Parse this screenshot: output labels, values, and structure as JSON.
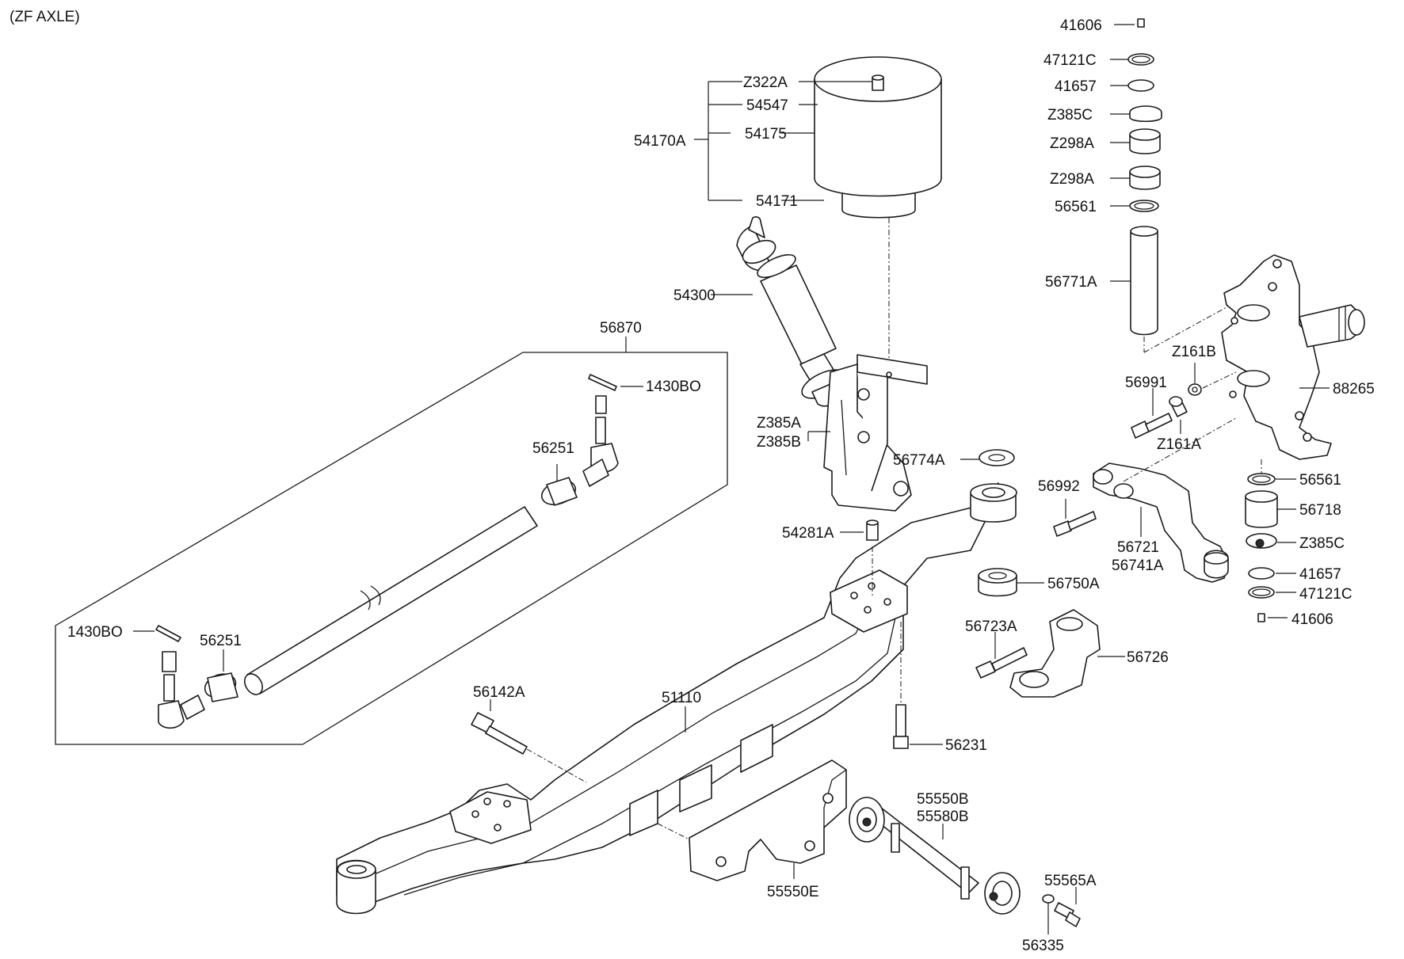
{
  "header": {
    "title": "(ZF AXLE)"
  },
  "labels": {
    "z322a": "Z322A",
    "p54547": "54547",
    "p54170a": "54170A",
    "p54175": "54175",
    "p54171": "54171",
    "p54300": "54300",
    "p56870": "56870",
    "p1430bo_top": "1430BO",
    "p56251_top": "56251",
    "p1430bo_left": "1430BO",
    "p56251_left": "56251",
    "z385a": "Z385A",
    "z385b": "Z385B",
    "p56774a": "56774A",
    "p54281a": "54281A",
    "p56750a": "56750A",
    "p56723a": "56723A",
    "p56726": "56726",
    "p56142a": "56142A",
    "p51110": "51110",
    "p56231": "56231",
    "p55550b": "55550B",
    "p55580b": "55580B",
    "p55550e": "55550E",
    "p55565a": "55565A",
    "p56335": "56335",
    "p41606_top": "41606",
    "p47121c_top": "47121C",
    "p41657_top": "41657",
    "z385c_top": "Z385C",
    "z298a_1": "Z298A",
    "z298a_2": "Z298A",
    "p56561_top": "56561",
    "p56771a": "56771A",
    "z161b": "Z161B",
    "p56991": "56991",
    "z161a": "Z161A",
    "p88265": "88265",
    "p56992": "56992",
    "p56721": "56721",
    "p56741a": "56741A",
    "p56561_bot": "56561",
    "p56718": "56718",
    "z385c_bot": "Z385C",
    "p41657_bot": "41657",
    "p47121c_bot": "47121C",
    "p41606_bot": "41606"
  }
}
